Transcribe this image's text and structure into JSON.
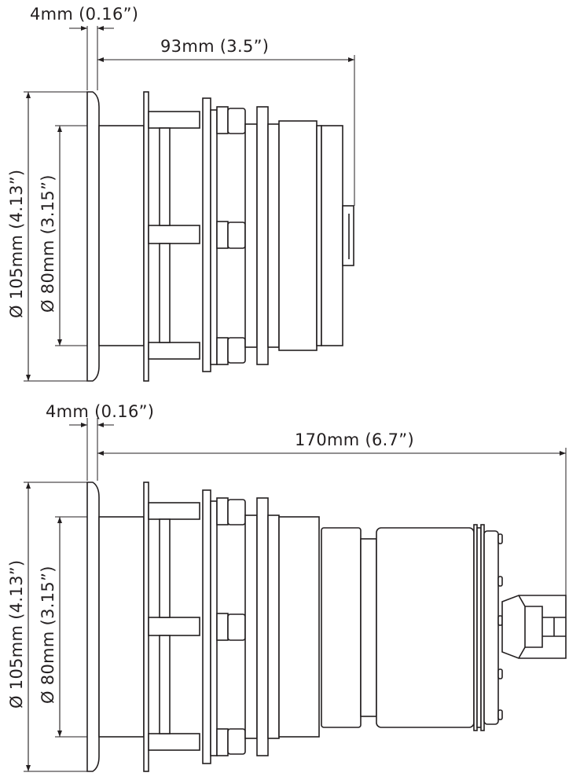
{
  "top_view": {
    "flange_thickness": "4mm (0.16”)",
    "length": "93mm (3.5”)",
    "outer_diameter": "Ø 105mm (4.13”)",
    "inner_diameter": "Ø 80mm (3.15”)"
  },
  "bottom_view": {
    "flange_thickness": "4mm (0.16”)",
    "length": "170mm (6.7”)",
    "outer_diameter": "Ø 105mm (4.13”)",
    "inner_diameter": "Ø 80mm (3.15”)"
  },
  "colors": {
    "line": "#231f20",
    "background": "#ffffff"
  }
}
